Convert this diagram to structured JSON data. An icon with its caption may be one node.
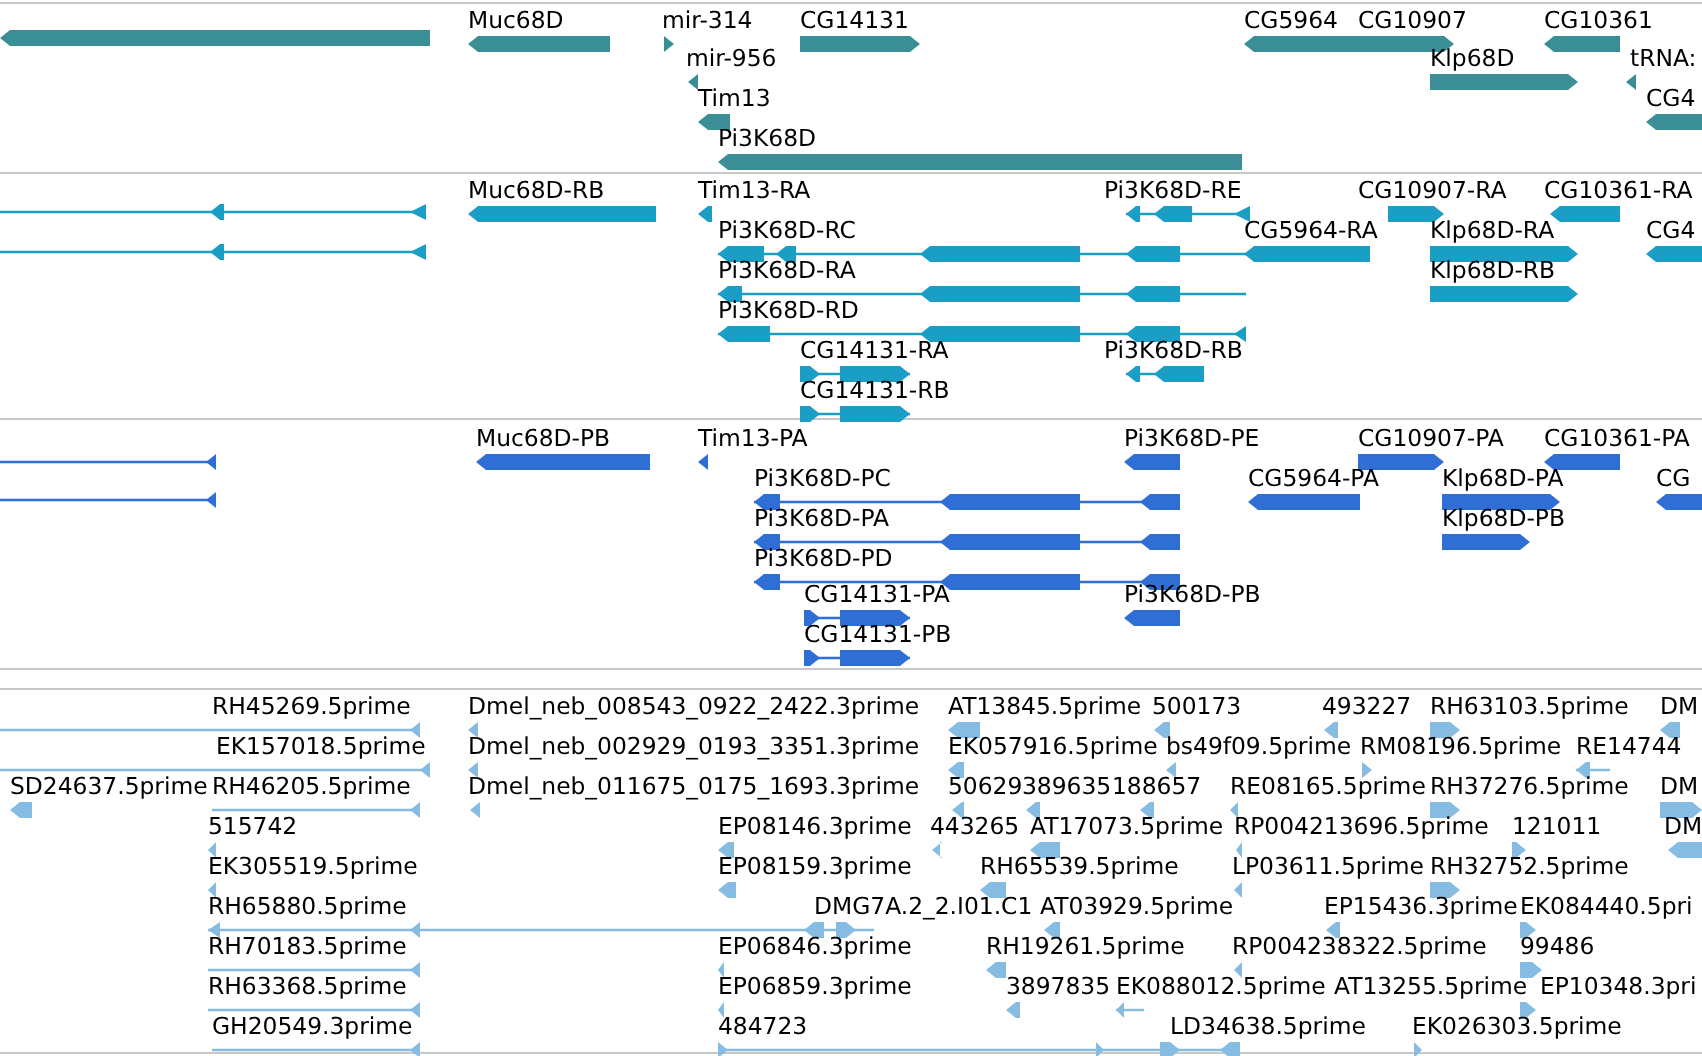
{
  "diagram": {
    "labels": [
      "Muc68D",
      "mir-314",
      "CG14131",
      "CG5964",
      "CG10907",
      "CG10361",
      "mir-956",
      "Klp68D",
      "tRNA:",
      "Tim13",
      "CG4",
      "Pi3K68D",
      "Muc68D-RB",
      "Tim13-RA",
      "Pi3K68D-RE",
      "CG10907-RA",
      "CG10361-RA",
      "Pi3K68D-RC",
      "CG5964-RA",
      "Klp68D-RA",
      "CG4",
      "Pi3K68D-RA",
      "Klp68D-RB",
      "Pi3K68D-RD",
      "CG14131-RA",
      "Pi3K68D-RB",
      "CG14131-RB",
      "Muc68D-PB",
      "Tim13-PA",
      "Pi3K68D-PE",
      "CG10907-PA",
      "CG10361-PA",
      "Pi3K68D-PC",
      "CG5964-PA",
      "Klp68D-PA",
      "CG",
      "Pi3K68D-PA",
      "Klp68D-PB",
      "Pi3K68D-PD",
      "CG14131-PA",
      "Pi3K68D-PB",
      "CG14131-PB",
      "RH45269.5prime",
      "Dmel_neb_008543_0922_2422.3prime",
      "AT13845.5prime",
      "500173",
      "493227",
      "RH63103.5prime",
      "DM",
      "EK157018.5prime",
      "Dmel_neb_002929_0193_3351.3prime",
      "EK057916.5prime",
      "bs49f09.5prime",
      "RM08196.5prime",
      "RE14744",
      "SD24637.5prime",
      "RH46205.5prime",
      "Dmel_neb_011675_0175_1693.3prime",
      "50629",
      "389635",
      "188657",
      "RE08165.5prime",
      "RH37276.5prime",
      "DM",
      "515742",
      "EP08146.3prime",
      "443265",
      "AT17073.5prime",
      "RP004213696.5prime",
      "121011",
      "DM",
      "EK305519.5prime",
      "EP08159.3prime",
      "RH65539.5prime",
      "LP03611.5prime",
      "RH32752.5prime",
      "RH65880.5prime",
      "DMG7A.2_2.I01.C1",
      "AT03929.5prime",
      "EP15436.3prime",
      "EK084440.5pri",
      "RH70183.5prime",
      "EP06846.3prime",
      "RH19261.5prime",
      "RP004238322.5prime",
      "99486",
      "RH63368.5prime",
      "EP06859.3prime",
      "3897835",
      "EK088012.5prime",
      "AT13255.5prime",
      "EP10348.3pri",
      "GH20549.3prime",
      "484723",
      "LD34638.5prime",
      "EK026303.5prime"
    ]
  }
}
